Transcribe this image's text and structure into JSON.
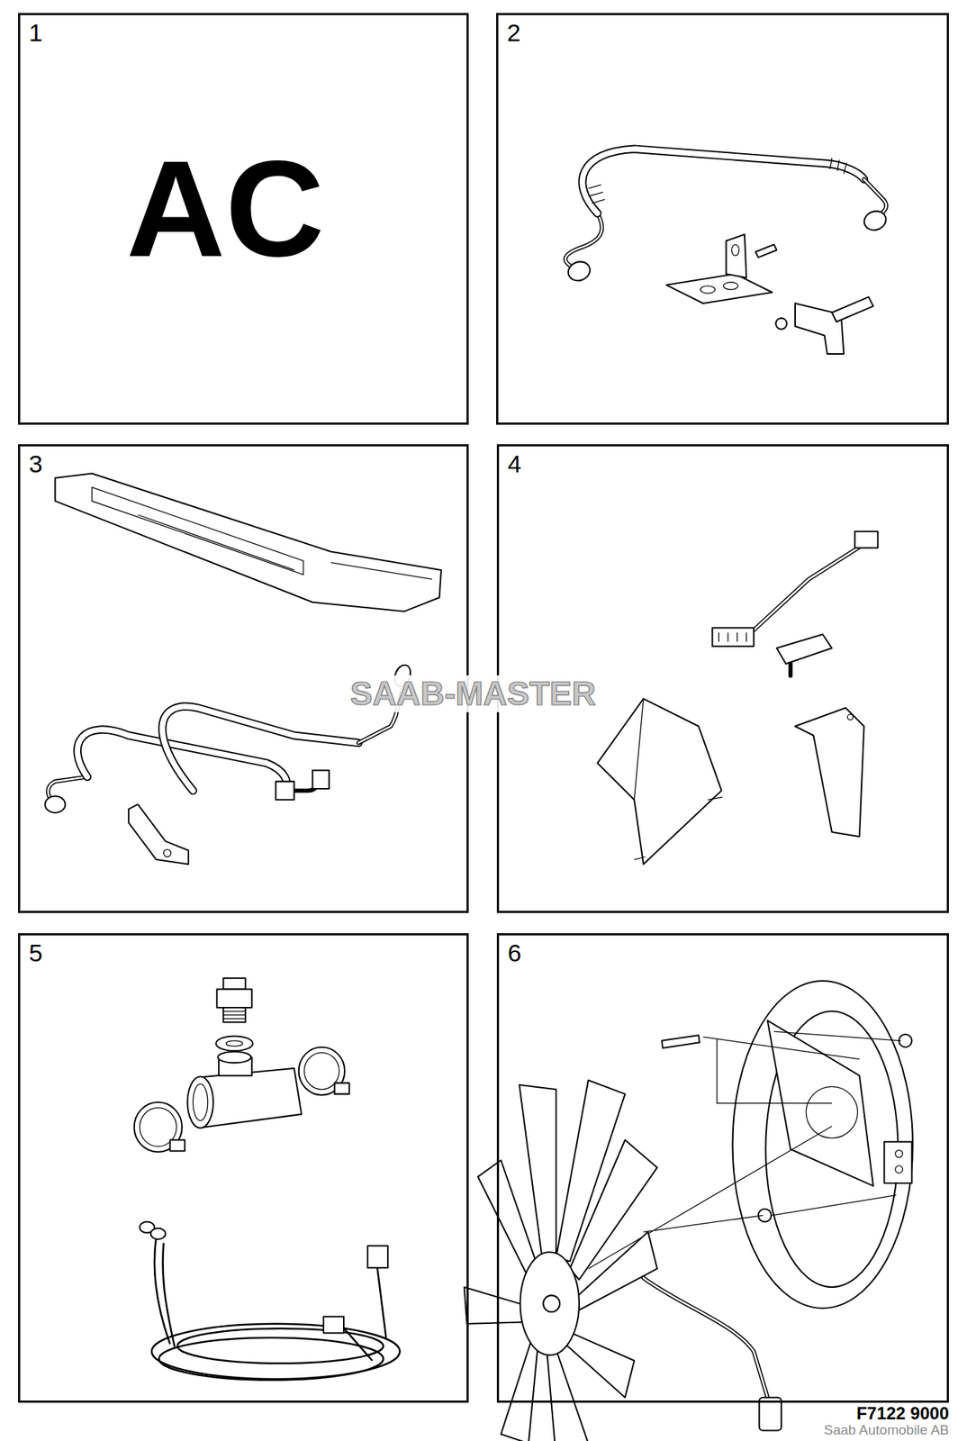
{
  "diagram": {
    "nodes": [
      {
        "text": [
          "1",
          "AC"
        ]
      },
      {
        "text": [
          "2"
        ]
      },
      {
        "text": [
          "3"
        ]
      },
      {
        "text": [
          "4"
        ]
      },
      {
        "text": [
          "5"
        ]
      },
      {
        "text": [
          "6"
        ]
      }
    ],
    "labels": [
      "SAAB-MASTER",
      "F7122 9000",
      "Saab Automobile AB"
    ]
  }
}
